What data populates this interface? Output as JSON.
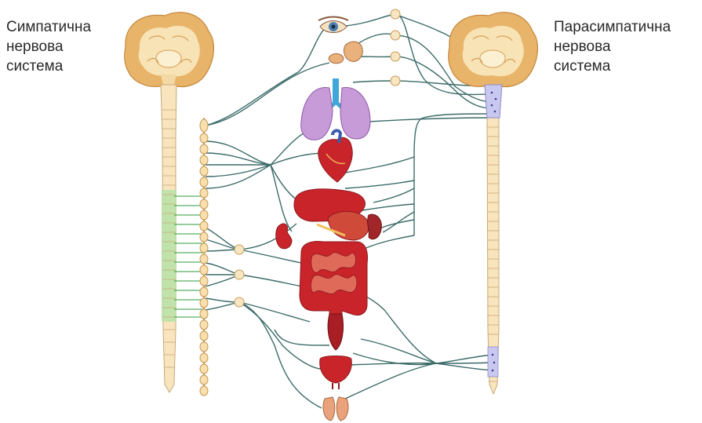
{
  "labels": {
    "sympathetic": [
      "Симпатична",
      "нервова",
      "система"
    ],
    "parasympathetic": [
      "Парасимпатична",
      "нервова",
      "система"
    ]
  },
  "colors": {
    "brain_outer": "#e8b46a",
    "brain_inner": "#f7e3b5",
    "brain_core": "#fbf0d2",
    "spine": "#f8e4bd",
    "spine_line": "#c8a97a",
    "sympathetic_region": "#b7e3a8",
    "sympathetic_nerve": "#2f9b3a",
    "parasympathetic_region": "#c9c8ef",
    "nerve": "#3b6b68",
    "chain": "#d3a766",
    "organ_red": "#c8242a",
    "organ_dark": "#8e1a1f",
    "lung": "#c79ad8",
    "trachea": "#3fa8d8"
  }
}
